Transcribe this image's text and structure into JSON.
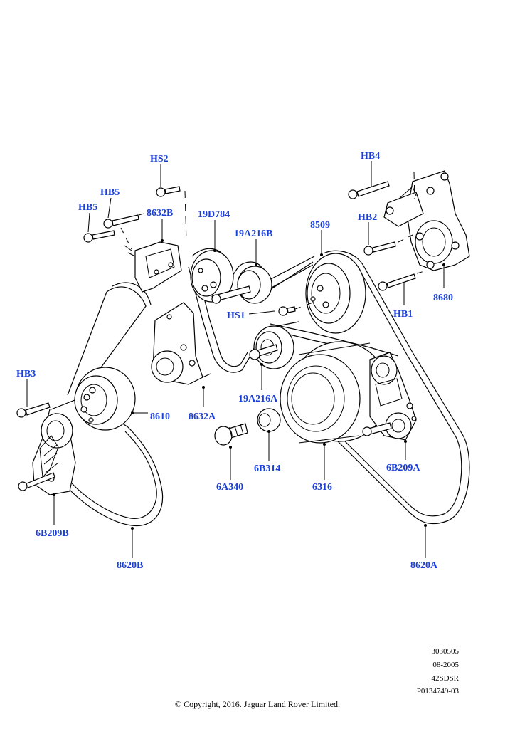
{
  "labels": {
    "HS2": "HS2",
    "HB4": "HB4",
    "HB5a": "HB5",
    "HB5b": "HB5",
    "L8632B": "8632B",
    "L19D784": "19D784",
    "L19A216B": "19A216B",
    "L8509": "8509",
    "HB2": "HB2",
    "L8680": "8680",
    "HB1": "HB1",
    "HS1": "HS1",
    "HB3": "HB3",
    "L8610": "8610",
    "L8632A": "8632A",
    "L19A216A": "19A216A",
    "L6B314": "6B314",
    "L6A340": "6A340",
    "L6316": "6316",
    "L6B209A": "6B209A",
    "L6B209B": "6B209B",
    "L8620B": "8620B",
    "L8620A": "8620A"
  },
  "info": {
    "line1": "3030505",
    "line2": "08-2005",
    "line3": "42SDSR",
    "line4": "P0134749-03"
  },
  "copyright": "© Copyright, 2016. Jaguar Land Rover Limited.",
  "colors": {
    "label": "#1a3fd6",
    "line": "#000000"
  }
}
